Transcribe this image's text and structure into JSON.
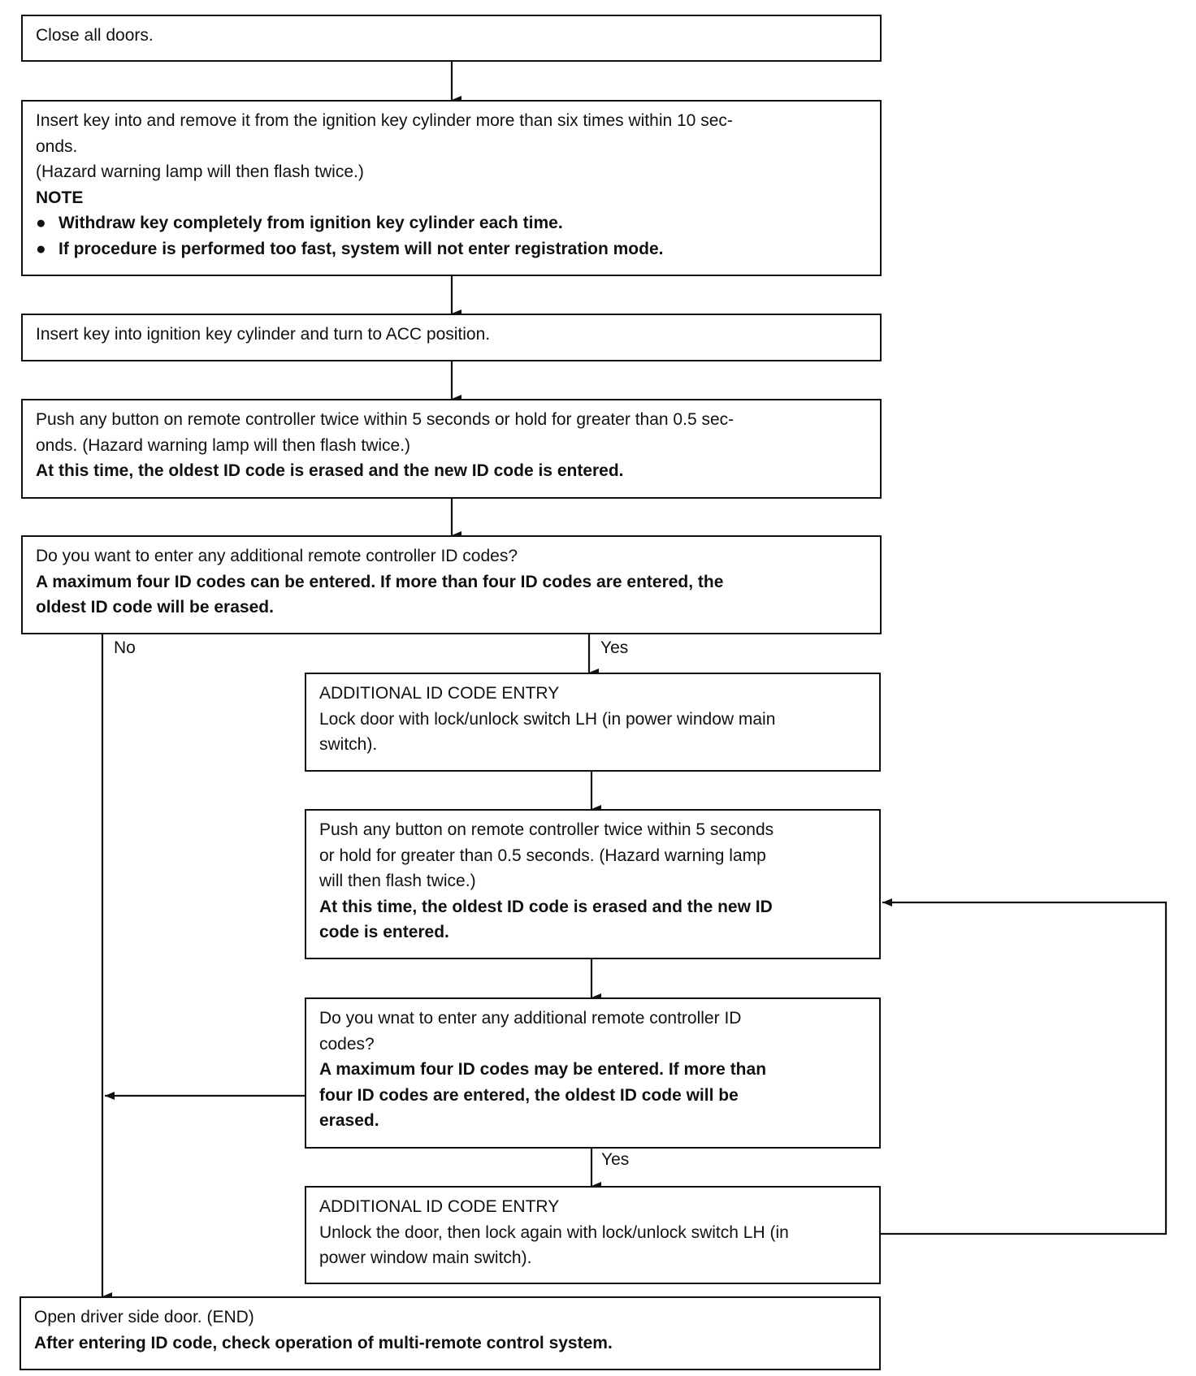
{
  "steps": {
    "close_doors": {
      "lines": [
        "Close all doors."
      ]
    },
    "insert_remove_key": {
      "lines": [
        "Insert key into and remove it from the ignition key cylinder more than six times within 10 sec-",
        "onds.",
        "(Hazard warning lamp will then flash twice.)"
      ],
      "note_heading": "NOTE",
      "note_bullets": [
        "Withdraw key completely from ignition key cylinder each time.",
        "If procedure is performed too fast, system will not enter registration mode."
      ]
    },
    "turn_acc": {
      "lines": [
        "Insert key into ignition key cylinder and turn to ACC position."
      ]
    },
    "push_button_first": {
      "lines": [
        "Push any button on remote controller twice within 5 seconds or hold for greater than 0.5 sec-",
        "onds. (Hazard warning lamp will then flash twice.)"
      ],
      "bold_lines": [
        "At this time, the oldest ID code is erased and the new ID code is entered."
      ]
    },
    "question_first": {
      "lines": [
        "Do you want to enter any additional remote controller ID codes?"
      ],
      "bold_lines": [
        "A maximum four ID codes can be entered. If more than four ID codes are entered, the",
        "oldest ID code will be erased."
      ]
    },
    "additional_entry_lock": {
      "lines": [
        "ADDITIONAL ID CODE ENTRY",
        "Lock door with lock/unlock switch LH (in power window main",
        "switch)."
      ]
    },
    "push_button_second": {
      "lines": [
        "Push any button on remote controller twice within 5 seconds",
        "or hold for greater than 0.5 seconds. (Hazard warning lamp",
        "will then flash twice.)"
      ],
      "bold_lines": [
        "At this time, the oldest ID code is erased and the new ID",
        "code is entered."
      ]
    },
    "question_second": {
      "lines": [
        "Do you wnat to enter any additional remote controller ID",
        "codes?"
      ],
      "bold_lines": [
        "A maximum four ID codes may be entered. If more than",
        "four ID codes are entered, the oldest ID code will be",
        "erased."
      ]
    },
    "additional_entry_unlock": {
      "lines": [
        "ADDITIONAL ID CODE ENTRY",
        "Unlock the door, then lock again with lock/unlock switch LH (in",
        "power window main switch)."
      ]
    },
    "open_driver_door": {
      "lines": [
        "Open driver side door. (END)"
      ],
      "bold_lines": [
        "After entering ID code, check operation of multi-remote control system."
      ]
    }
  },
  "branch_labels": {
    "no": "No",
    "yes_first": "Yes",
    "yes_second": "Yes"
  },
  "bullet_glyph": "●"
}
